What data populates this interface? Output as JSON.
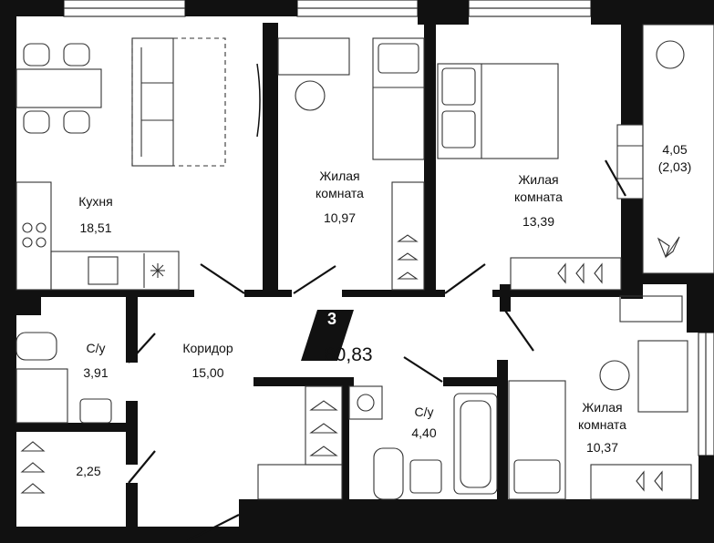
{
  "plan": {
    "room_count": "3",
    "total_area": "80,83",
    "rooms": [
      {
        "id": "kitchen",
        "name": "Кухня",
        "area": "18,51"
      },
      {
        "id": "bedroom1",
        "name_line1": "Жилая",
        "name_line2": "комната",
        "area": "10,97"
      },
      {
        "id": "bedroom2",
        "name_line1": "Жилая",
        "name_line2": "комната",
        "area": "13,39"
      },
      {
        "id": "balcony",
        "area": "4,05",
        "area_alt": "(2,03)"
      },
      {
        "id": "bathroom1",
        "name": "С/у",
        "area": "3,91"
      },
      {
        "id": "corridor",
        "name": "Коридор",
        "area": "15,00"
      },
      {
        "id": "bathroom2",
        "name": "С/у",
        "area": "4,40"
      },
      {
        "id": "bedroom3",
        "name_line1": "Жилая",
        "name_line2": "комната",
        "area": "10,37"
      },
      {
        "id": "closet",
        "area": "2,25"
      }
    ]
  },
  "colors": {
    "wall": "#111111",
    "line": "#333333",
    "background": "#ffffff"
  }
}
